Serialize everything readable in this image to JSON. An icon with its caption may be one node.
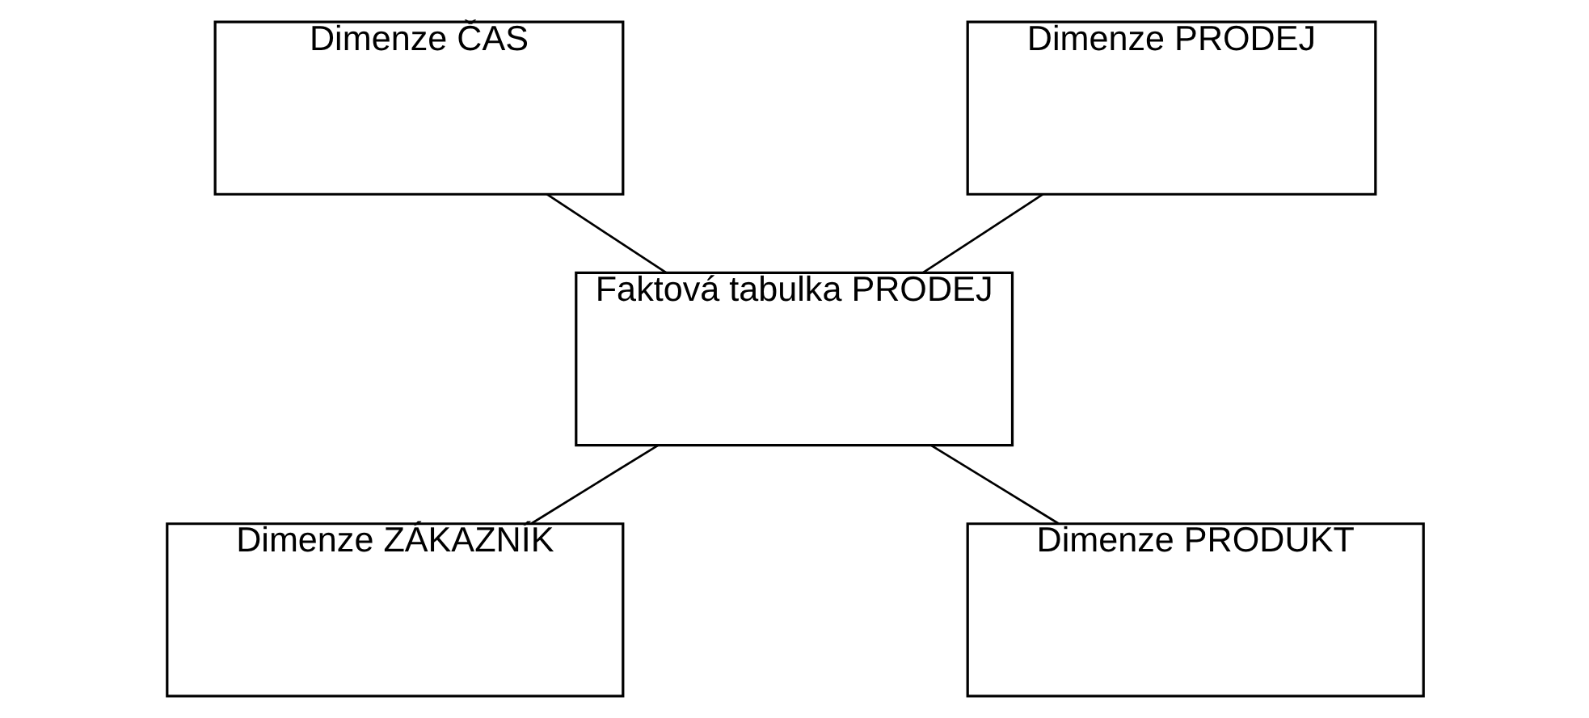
{
  "diagram": {
    "nodes": [
      {
        "text": [
          "Dimenze ČAS"
        ]
      },
      {
        "text": [
          "Dimenze PRODEJ"
        ]
      },
      {
        "text": [
          "Faktová tabulka PRODEJ"
        ]
      },
      {
        "text": [
          "Dimenze ZÁKAZNÍK"
        ]
      },
      {
        "text": [
          "Dimenze PRODUKT"
        ]
      }
    ],
    "edges": [
      {
        "from": 0,
        "to": 2,
        "arrow": "none"
      },
      {
        "from": 1,
        "to": 2,
        "arrow": "none"
      },
      {
        "from": 2,
        "to": 3,
        "arrow": "none"
      },
      {
        "from": 2,
        "to": 4,
        "arrow": "none"
      }
    ]
  }
}
